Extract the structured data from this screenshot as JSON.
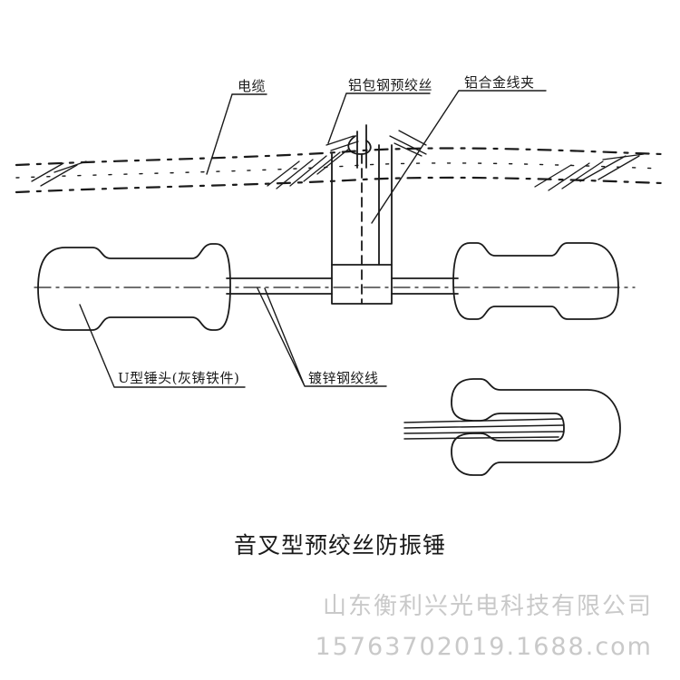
{
  "labels": {
    "cable": "电缆",
    "armor_rod": "铝包钢预绞丝",
    "clamp": "铝合金线夹",
    "hammer_head": "U型锤头(灰铸铁件)",
    "steel_strand": "镀锌钢绞线"
  },
  "title": "音叉型预绞丝防振锤",
  "watermark": {
    "company": "山东衡利兴光电科技有限公司",
    "contact": "15763702019.1688.com"
  }
}
